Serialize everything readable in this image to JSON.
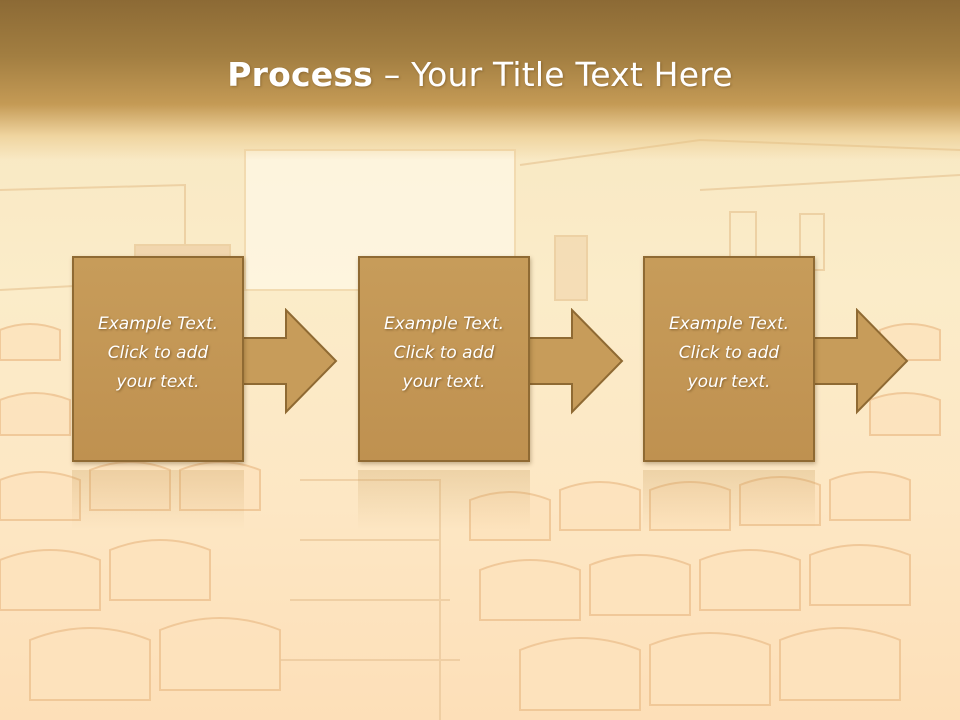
{
  "slide": {
    "title_bold": "Process",
    "title_rest": " – Your Title Text Here",
    "steps": [
      {
        "line1": "Example Text.",
        "line2": "Click  to add",
        "line3": "your text."
      },
      {
        "line1": "Example Text.",
        "line2": "Click  to add",
        "line3": "your text."
      },
      {
        "line1": "Example Text.",
        "line2": "Click  to add",
        "line3": "your text."
      }
    ]
  },
  "colors": {
    "title_band": "#8c6a35",
    "box_fill": "#c79c5a",
    "box_border": "#8f6a33",
    "background": "#fbecc9"
  }
}
